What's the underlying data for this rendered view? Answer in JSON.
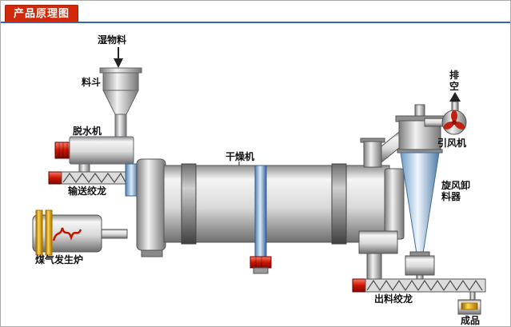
{
  "header": {
    "title": "产品原理图",
    "colors": {
      "tab_bg": "#d2290a",
      "tab_text": "#ffffff",
      "divider": "#3a66b0"
    }
  },
  "diagram": {
    "labels": {
      "wet_material": "湿物料",
      "hopper": "料斗",
      "dewatering_machine": "脱水机",
      "feed_auger": "输送绞龙",
      "gas_furnace": "煤气发生炉",
      "dryer": "干燥机",
      "vent": "排空",
      "induced_draft_fan": "引风机",
      "cyclone_discharger": "旋风卸料器",
      "discharge_auger": "出料绞龙",
      "finished_product": "成品"
    },
    "colors": {
      "machine_gray": "#c9c9c9",
      "motor_red": "#cc1500",
      "support_blue": "#5b87b5",
      "furnace_yellow": "#ffd84d",
      "cone_blue": "#9dbdd9"
    }
  }
}
